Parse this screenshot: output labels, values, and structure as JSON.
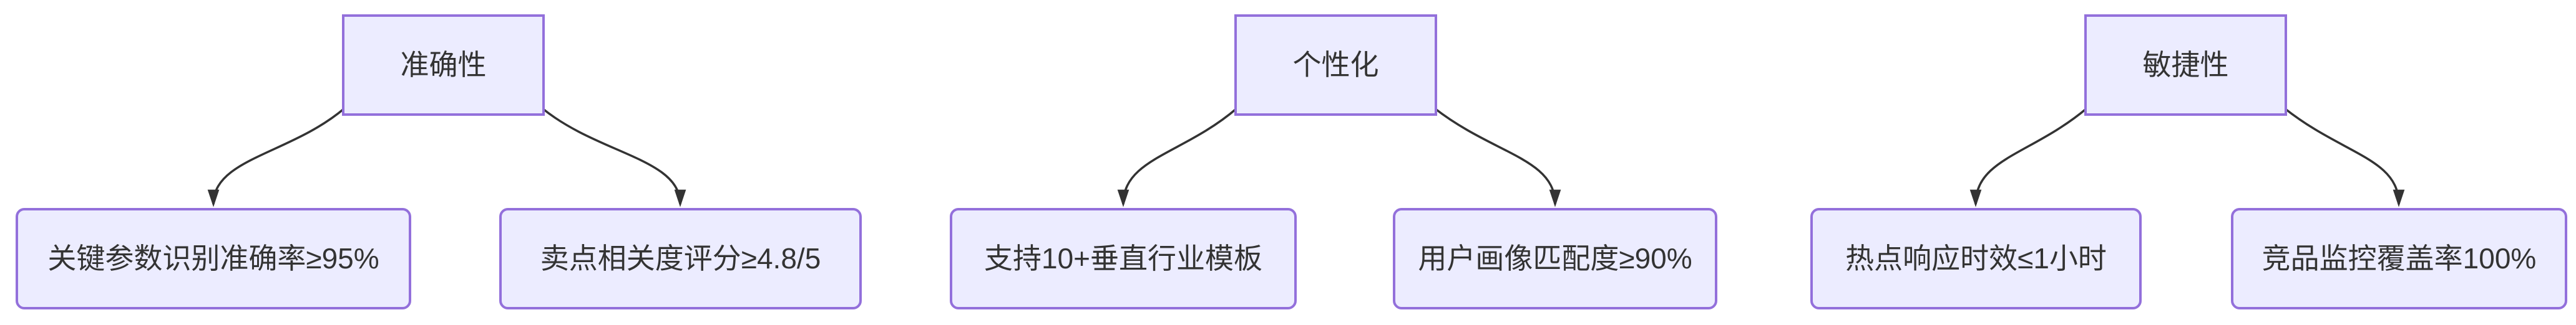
{
  "diagram": {
    "type": "flowchart",
    "direction": "top-down",
    "colors": {
      "background": "#ffffff",
      "node_fill": "#ECECFF",
      "node_border": "#9370DB",
      "text": "#333333",
      "edge": "#333333"
    },
    "groups": [
      {
        "root": "准确性",
        "children": [
          "关键参数识别准确率≥95%",
          "卖点相关度评分≥4.8/5"
        ]
      },
      {
        "root": "个性化",
        "children": [
          "支持10+垂直行业模板",
          "用户画像匹配度≥90%"
        ]
      },
      {
        "root": "敏捷性",
        "children": [
          "热点响应时效≤1小时",
          "竞品监控覆盖率100%"
        ]
      }
    ]
  }
}
